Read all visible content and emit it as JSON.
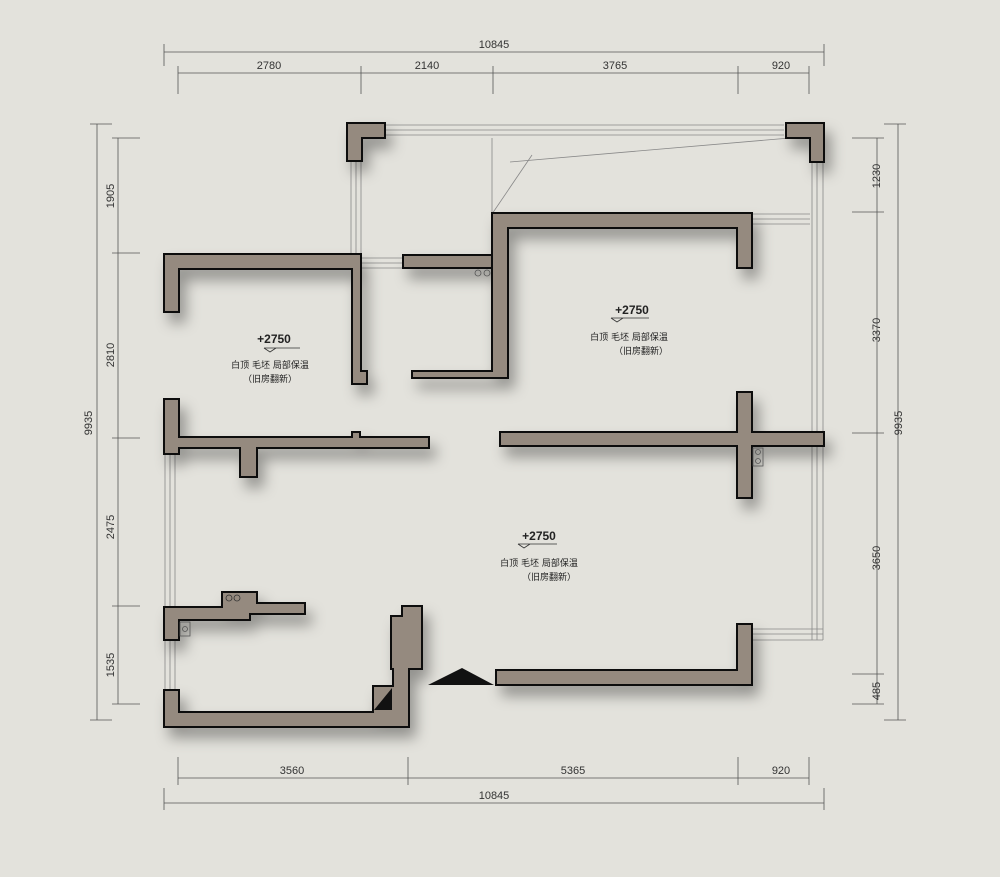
{
  "dimensions": {
    "top_total": "10845",
    "top_segments": [
      "2780",
      "2140",
      "3765",
      "920"
    ],
    "bottom_total": "10845",
    "bottom_segments": [
      "3560",
      "5365",
      "920"
    ],
    "left_total": "9935",
    "left_segments": [
      "1905",
      "2810",
      "2475",
      "1535"
    ],
    "right_total": "9935",
    "right_segments": [
      "1230",
      "3370",
      "3650",
      "485"
    ]
  },
  "rooms": [
    {
      "elevation": "+2750",
      "note": "白顶 毛坯 局部保温",
      "note2": "（旧房翻新）"
    },
    {
      "elevation": "+2750",
      "note": "白顶 毛坯 局部保温",
      "note2": "（旧房翻新）"
    },
    {
      "elevation": "+2750",
      "note": "白顶 毛坯 局部保温",
      "note2": "（旧房翻新）"
    }
  ],
  "colors": {
    "background": "#e3e2dc",
    "wall_fill": "#958a7f",
    "wall_outline": "#111111",
    "dimension_line": "#555555"
  }
}
